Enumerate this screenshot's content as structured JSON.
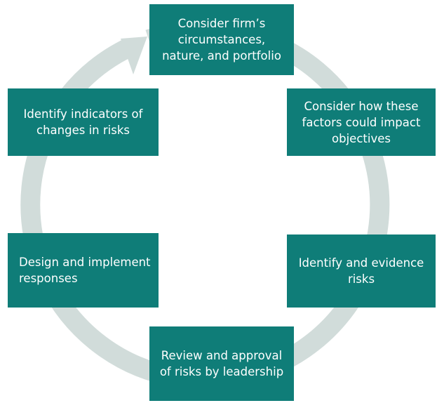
{
  "diagram": {
    "ring_color": "#d1dcda",
    "box_color": "#0f7d78",
    "text_color": "#ffffff",
    "steps": [
      {
        "label": "Consider firm’s circumstances, nature, and portfolio"
      },
      {
        "label": "Consider how these factors could impact objectives"
      },
      {
        "label": "Identify and evidence risks"
      },
      {
        "label": "Review and approval of risks by leadership"
      },
      {
        "label": "Design and implement responses"
      },
      {
        "label": "Identify indicators of changes in risks"
      }
    ]
  }
}
